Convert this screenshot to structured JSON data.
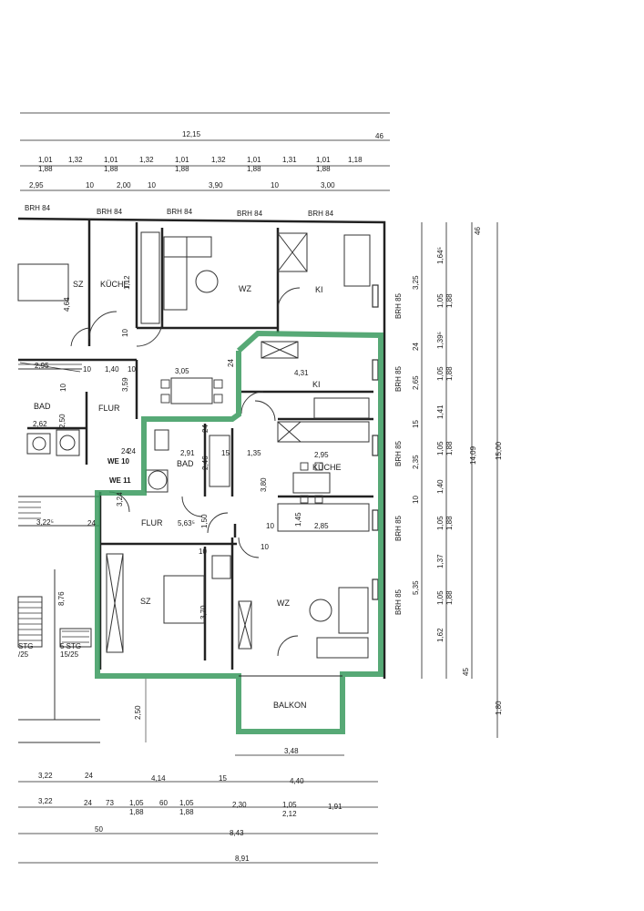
{
  "dims_top": {
    "overall": "12,15",
    "overall_end": "46",
    "row1": [
      "1,01",
      "1,32",
      "1,01",
      "1,32",
      "1,01",
      "1,32",
      "1,01",
      "1,31",
      "1,01",
      "1,18"
    ],
    "row1_sub": [
      "1,88",
      "1,88",
      "1,88",
      "1,88",
      "1,88"
    ],
    "row2": [
      "2,95",
      "10",
      "2,00",
      "10",
      "3,90",
      "10",
      "3,00"
    ]
  },
  "brh_top": [
    "BRH 84",
    "BRH 84",
    "BRH 84",
    "BRH 84",
    "BRH 84"
  ],
  "brh_right": [
    "BRH 85",
    "BRH 85",
    "BRH 85",
    "BRH 85",
    "BRH 85"
  ],
  "rooms": {
    "sz_upper": "SZ",
    "kueche_upper": "KÜCHE",
    "wz_upper": "WZ",
    "ki_upper": "KI",
    "bad_left": "BAD",
    "flur_left": "FLUR",
    "ki_mid": "KI",
    "kueche_mid": "KÜCHE",
    "bad_mid": "BAD",
    "flur_mid": "FLUR",
    "sz_lower": "SZ",
    "wz_lower": "WZ",
    "balkon": "BALKON",
    "we10": "WE 10",
    "we11": "WE 11",
    "stg1": "5 STG",
    "stg1_sub": "15/25",
    "stg0": "STG",
    "stg0_sub": "/25"
  },
  "inner_dims": {
    "d464": "4,64",
    "d112": "1,12",
    "d10a": "10",
    "d295": "2,95",
    "d10b": "10",
    "d140": "1,40",
    "d10c": "10",
    "d305": "3,05",
    "d359": "3,59",
    "d262": "2,62",
    "d250": "2,50",
    "d10d": "10",
    "d431": "4,31",
    "d24a": "24",
    "d24b": "24",
    "d24c": "24",
    "d24d": "24",
    "d24e": "24",
    "d291": "2,91",
    "d246": "2,46",
    "d15": "15",
    "d135": "1,35",
    "d295b": "2,95",
    "d380": "3,80",
    "d324": "3,24",
    "d322": "3,22⁵",
    "d5635": "5,63⁵",
    "d150": "1,50",
    "d10e": "10",
    "d10f": "10",
    "d10g": "10",
    "d145": "1,45",
    "d285": "2,85",
    "d370": "3,70",
    "d876": "8,76",
    "d250b": "2,50",
    "d348": "3,48"
  },
  "dims_right1": [
    "3,25",
    "24",
    "2,65",
    "15",
    "2,35",
    "10",
    "5,35"
  ],
  "dims_right2": [
    "1,64⁵",
    "1,05",
    "1,88",
    "1,39⁵",
    "1,05",
    "1,88",
    "1,41",
    "1,05",
    "1,88",
    "1,40",
    "1,05",
    "1,88",
    "1,37",
    "1,05",
    "1,88",
    "1,62",
    "45"
  ],
  "dims_right3": [
    "46",
    "14,09",
    "15,00",
    "1,80"
  ],
  "dims_bottom": {
    "row1": [
      "3,22",
      "24",
      "4,14",
      "15",
      "4,40"
    ],
    "row2": [
      "3,22",
      "24",
      "73",
      "1,05",
      "60",
      "1,05",
      "2,30",
      "1,05",
      "1,91"
    ],
    "row2_sub": [
      "1,88",
      "1,88",
      "2,12"
    ],
    "row3": [
      "50",
      "8,43"
    ],
    "row4": [
      "8,91"
    ]
  },
  "colors": {
    "highlight": "#3a9a5e",
    "line": "#222222"
  }
}
